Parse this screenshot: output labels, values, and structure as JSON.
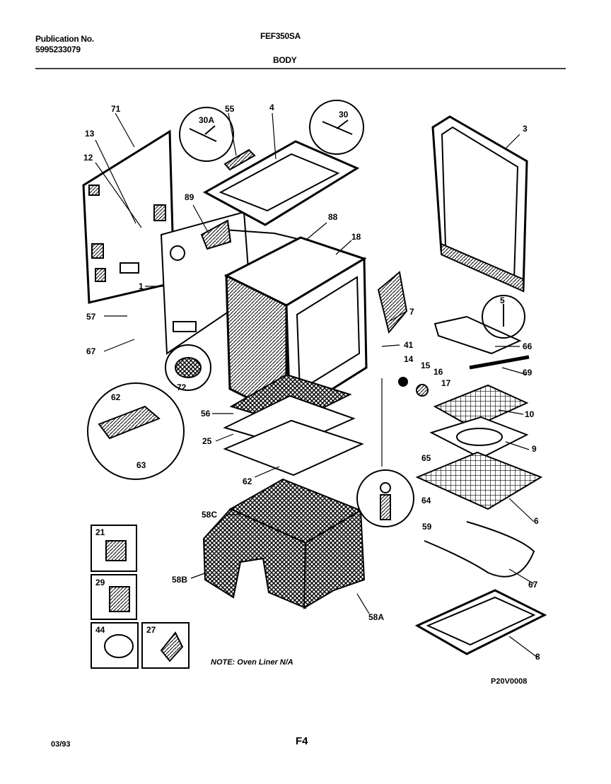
{
  "header": {
    "publication_label": "Publication No.",
    "publication_number": "5995233079",
    "model": "FEF350SA",
    "section": "BODY"
  },
  "labels": {
    "p71": "71",
    "p13": "13",
    "p12": "12",
    "p30A": "30A",
    "p55": "55",
    "p4": "4",
    "p30": "30",
    "p3": "3",
    "p89": "89",
    "p88": "88",
    "p18": "18",
    "p1": "1",
    "p57": "57",
    "p67a": "67",
    "p5": "5",
    "p7": "7",
    "p41": "41",
    "p66": "66",
    "p14": "14",
    "p15": "15",
    "p16": "16",
    "p17": "17",
    "p69": "69",
    "p72": "72",
    "p56": "56",
    "p10": "10",
    "p62a": "62",
    "p25": "25",
    "p9": "9",
    "p63": "63",
    "p62b": "62",
    "p65": "65",
    "p64": "64",
    "p6": "6",
    "p58C": "58C",
    "p59": "59",
    "p21": "21",
    "p29": "29",
    "p58B": "58B",
    "p67b": "67",
    "p58A": "58A",
    "p44": "44",
    "p27": "27",
    "p8": "8"
  },
  "note": "NOTE: Oven Liner N/A",
  "drawing_code": "P20V0008",
  "footer": {
    "date": "03/93",
    "page": "F4"
  }
}
